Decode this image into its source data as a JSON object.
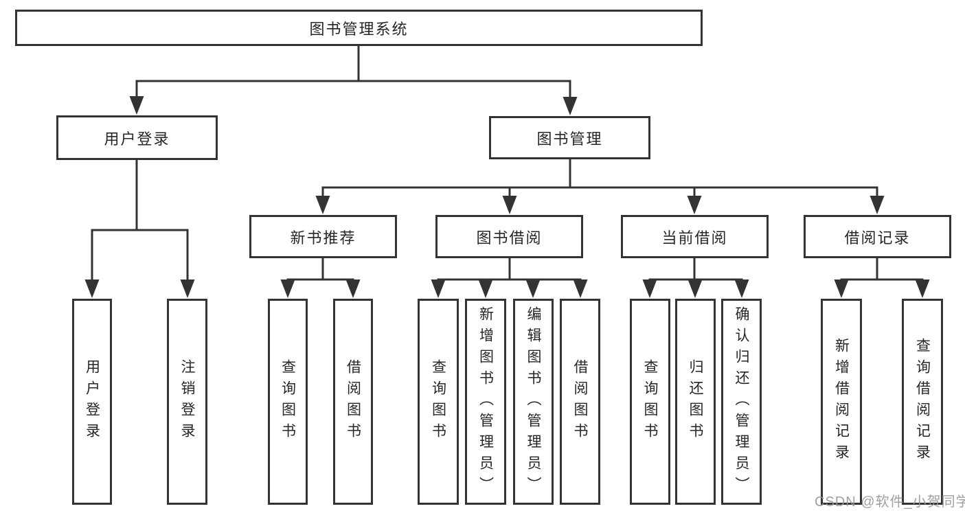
{
  "diagram": {
    "nodes": {
      "root": "图书管理系统",
      "user_login": "用户登录",
      "book_mgmt": "图书管理",
      "new_books": "新书推荐",
      "book_borrow": "图书借阅",
      "current_borrow": "当前借阅",
      "borrow_records": "借阅记录"
    },
    "leaves": {
      "user_login": [
        "用户登录",
        "注销登录"
      ],
      "new_books": [
        "查询图书",
        "借阅图书"
      ],
      "book_borrow": [
        "查询图书",
        "新增图书（管理员）",
        "编辑图书（管理员）",
        "借阅图书"
      ],
      "current_borrow": [
        "查询图书",
        "归还图书",
        "确认归还（管理员）"
      ],
      "borrow_records": [
        "新增借阅记录",
        "查询借阅记录"
      ]
    }
  },
  "watermark": {
    "text": "CSDN @软件_小贺同学"
  },
  "colors": {
    "line": "#333333",
    "text": "#262626",
    "node_background": "#ffffff",
    "page_background": "#ffffff",
    "watermark": "#969696"
  }
}
